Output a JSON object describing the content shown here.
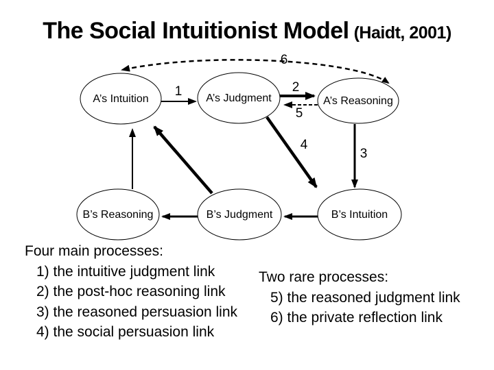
{
  "title": {
    "main": "The Social Intuitionist Model",
    "citation": "(Haidt, 2001)"
  },
  "diagram": {
    "nodes": [
      {
        "label": "A’s Intuition"
      },
      {
        "label": "A’s Judgment"
      },
      {
        "label": "A’s Reasoning"
      },
      {
        "label": "B’s Reasoning"
      },
      {
        "label": "B’s Judgment"
      },
      {
        "label": "B’s Intuition"
      }
    ],
    "link_labels": {
      "link1": "1",
      "link2": "2",
      "link3": "3",
      "link4": "4",
      "link5": "5",
      "link6": "6"
    }
  },
  "notes": {
    "left": {
      "heading": "Four main processes:",
      "items": [
        "1) the intuitive judgment link",
        "2) the post-hoc reasoning link",
        "3) the reasoned persuasion link",
        "4) the social persuasion link"
      ]
    },
    "right": {
      "heading": "Two rare processes:",
      "items": [
        "5) the reasoned judgment link",
        "6) the private reflection link"
      ]
    }
  },
  "colors": {
    "background": "#ffffff",
    "ink": "#000000"
  }
}
